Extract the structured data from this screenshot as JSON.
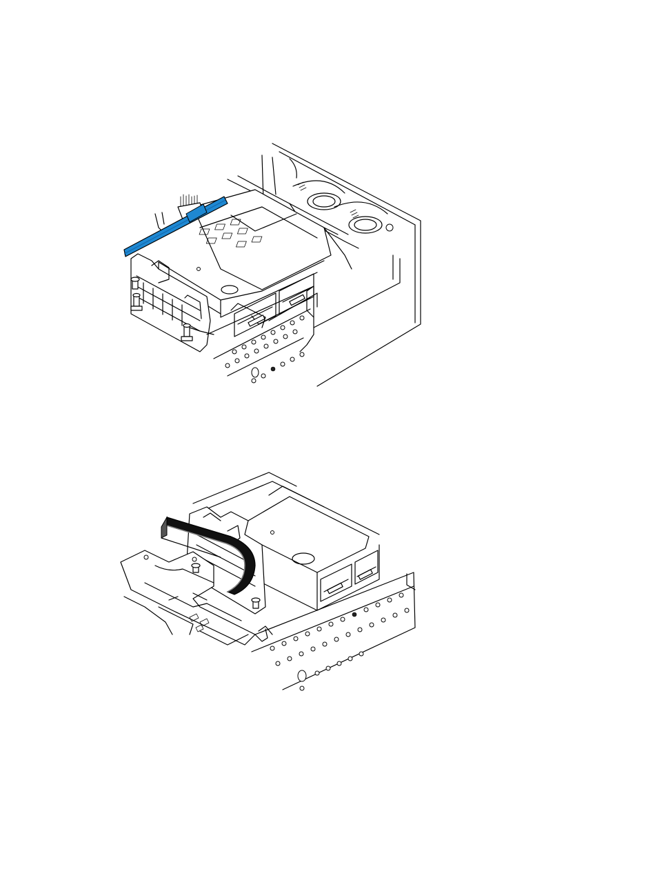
{
  "colors": {
    "line": "#000000",
    "background": "#ffffff",
    "highlight_cable": "#1e88d2",
    "highlight_cable_dark": "#1466a8",
    "flat_cable": "#111111",
    "flat_cable_edge": "#888888"
  },
  "figures": [
    {
      "name": "top-illustration",
      "highlighted_part": "blue-cable"
    },
    {
      "name": "bottom-illustration",
      "highlighted_part": "black-flat-cable"
    }
  ]
}
